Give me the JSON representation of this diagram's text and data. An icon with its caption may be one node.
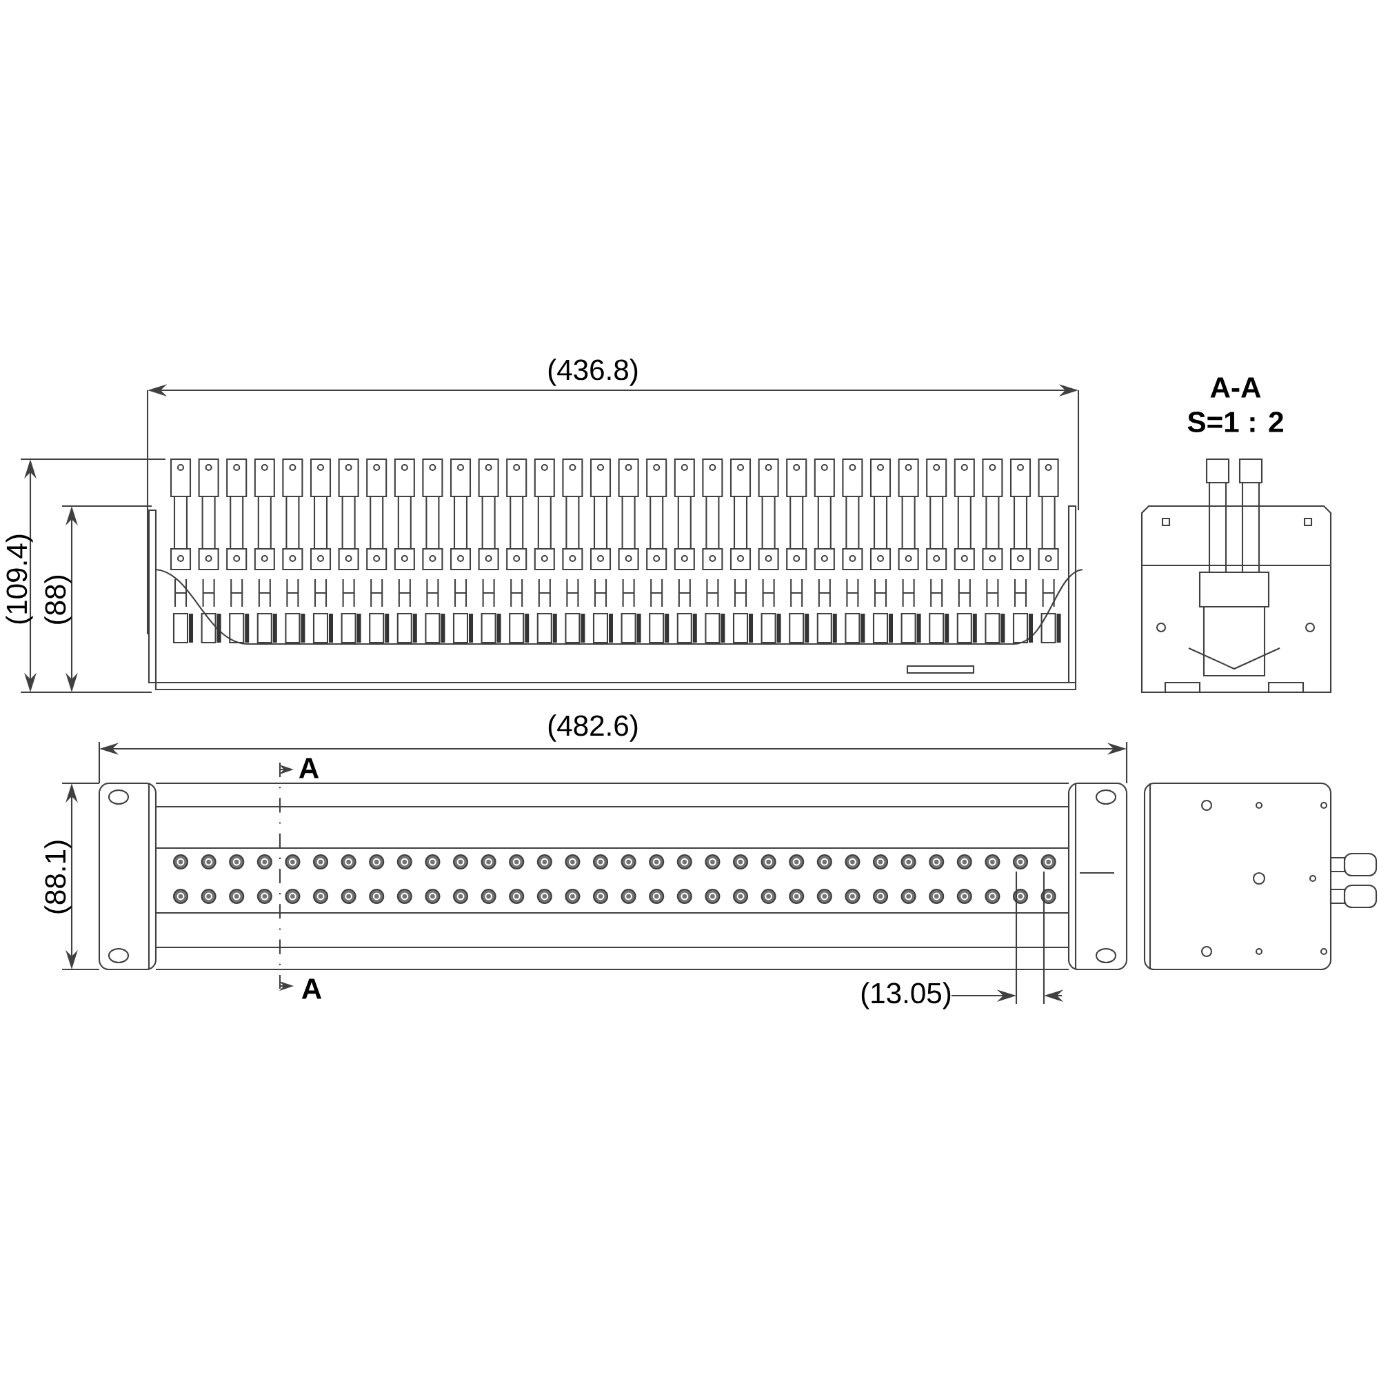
{
  "diagram": {
    "labels": [
      "(436.8)",
      "A-A",
      "S=1 : 2",
      "(109.4)",
      "(88)",
      "(482.6)",
      "A",
      "(88.1)",
      "A",
      "(13.05)"
    ]
  }
}
